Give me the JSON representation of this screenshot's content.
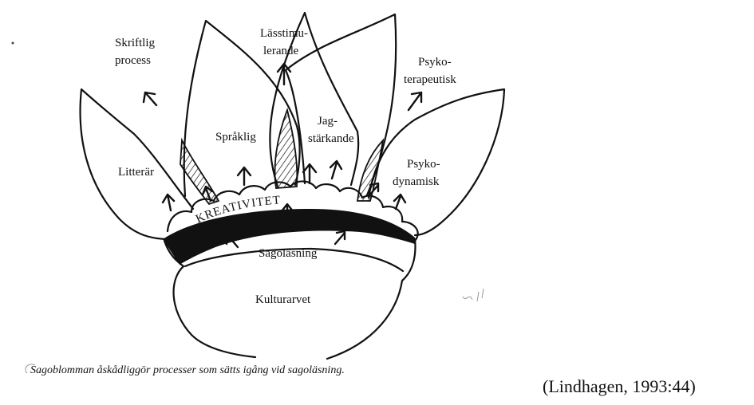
{
  "diagram": {
    "labels": {
      "skriftlig": [
        "Skriftlig",
        "process"
      ],
      "lasstimu": [
        "Lässtimu-",
        "lerande"
      ],
      "psykoterapeutisk": [
        "Psyko-",
        "terapeutisk"
      ],
      "sprakig": "Språklig",
      "jagstarkande": [
        "Jag-",
        "stärkande"
      ],
      "litterar": "Litterär",
      "psykodynamisk": [
        "Psyko-",
        "dynamisk"
      ],
      "kreativitet": "KREATIVITET",
      "sagolasning": "Sagoläsning",
      "kulturarvet": "Kulturarvet"
    },
    "caption": "Sagoblomman åskådliggör processer som sätts igång vid sagoläsning.",
    "citation": "(Lindhagen, 1993:44)"
  }
}
